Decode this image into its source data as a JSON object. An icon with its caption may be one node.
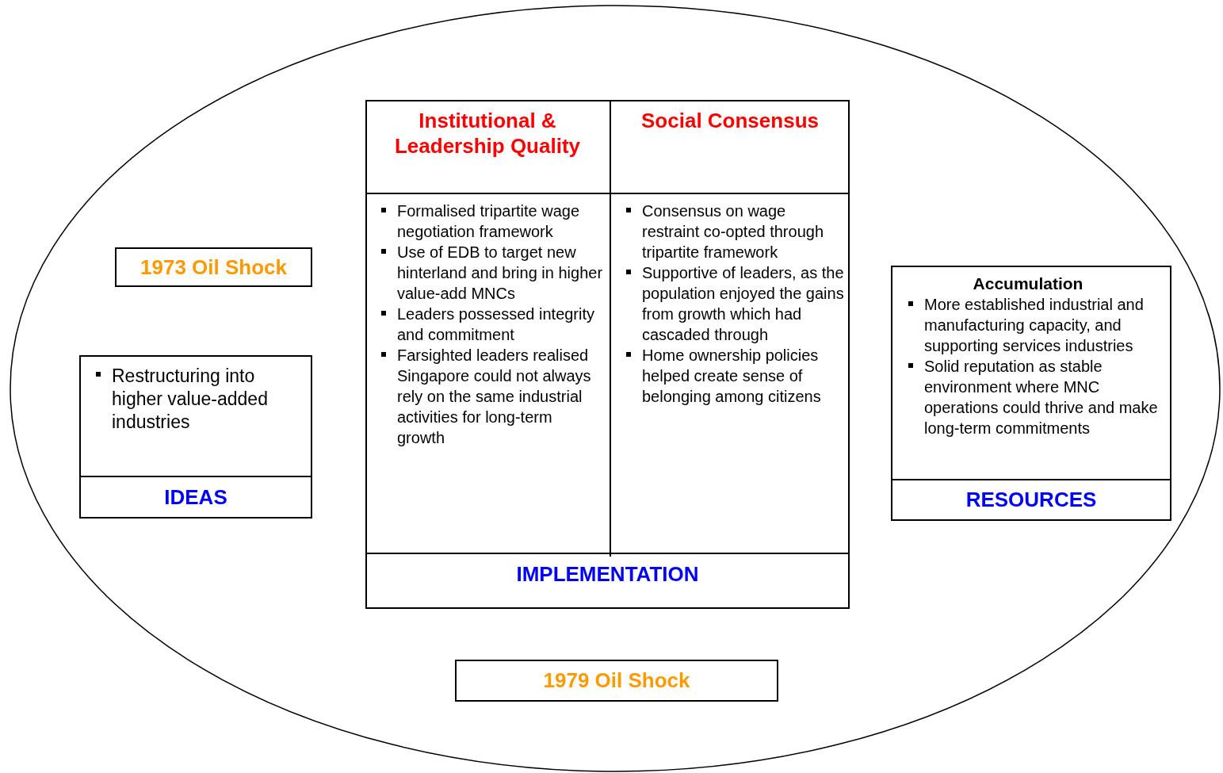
{
  "diagram": {
    "nodes": [
      {
        "text": [],
        "shape": "ellipse"
      },
      {
        "text": [
          "1973 Oil Shock"
        ],
        "in": 0
      },
      {
        "text": [
          "Restructuring into higher value-added industries",
          "IDEAS"
        ],
        "in": 0
      },
      {
        "text": [
          "IMPLEMENTATION"
        ],
        "in": 0
      },
      {
        "text": [
          "Institutional & Leadership Quality",
          "Formalised tripartite wage negotiation framework",
          "Use of EDB to target new hinterland and bring in higher value-add MNCs",
          "Leaders possessed integrity and commitment",
          "Farsighted leaders realised Singapore could not always rely on the same industrial activities for long-term growth"
        ],
        "in": 3
      },
      {
        "text": [
          "Social Consensus",
          "Consensus on wage restraint co-opted through tripartite framework",
          "Supportive of leaders, as the population enjoyed the gains from growth which had cascaded through",
          "Home ownership policies helped create sense of belonging among citizens"
        ],
        "in": 3
      },
      {
        "text": [
          "Accumulation",
          "More established industrial and manufacturing capacity, and supporting services industries",
          "Solid reputation as stable environment where MNC operations could thrive and make long-term commitments",
          "RESOURCES"
        ],
        "in": 0
      },
      {
        "text": [
          "1979 Oil Shock"
        ],
        "in": 0
      }
    ]
  }
}
